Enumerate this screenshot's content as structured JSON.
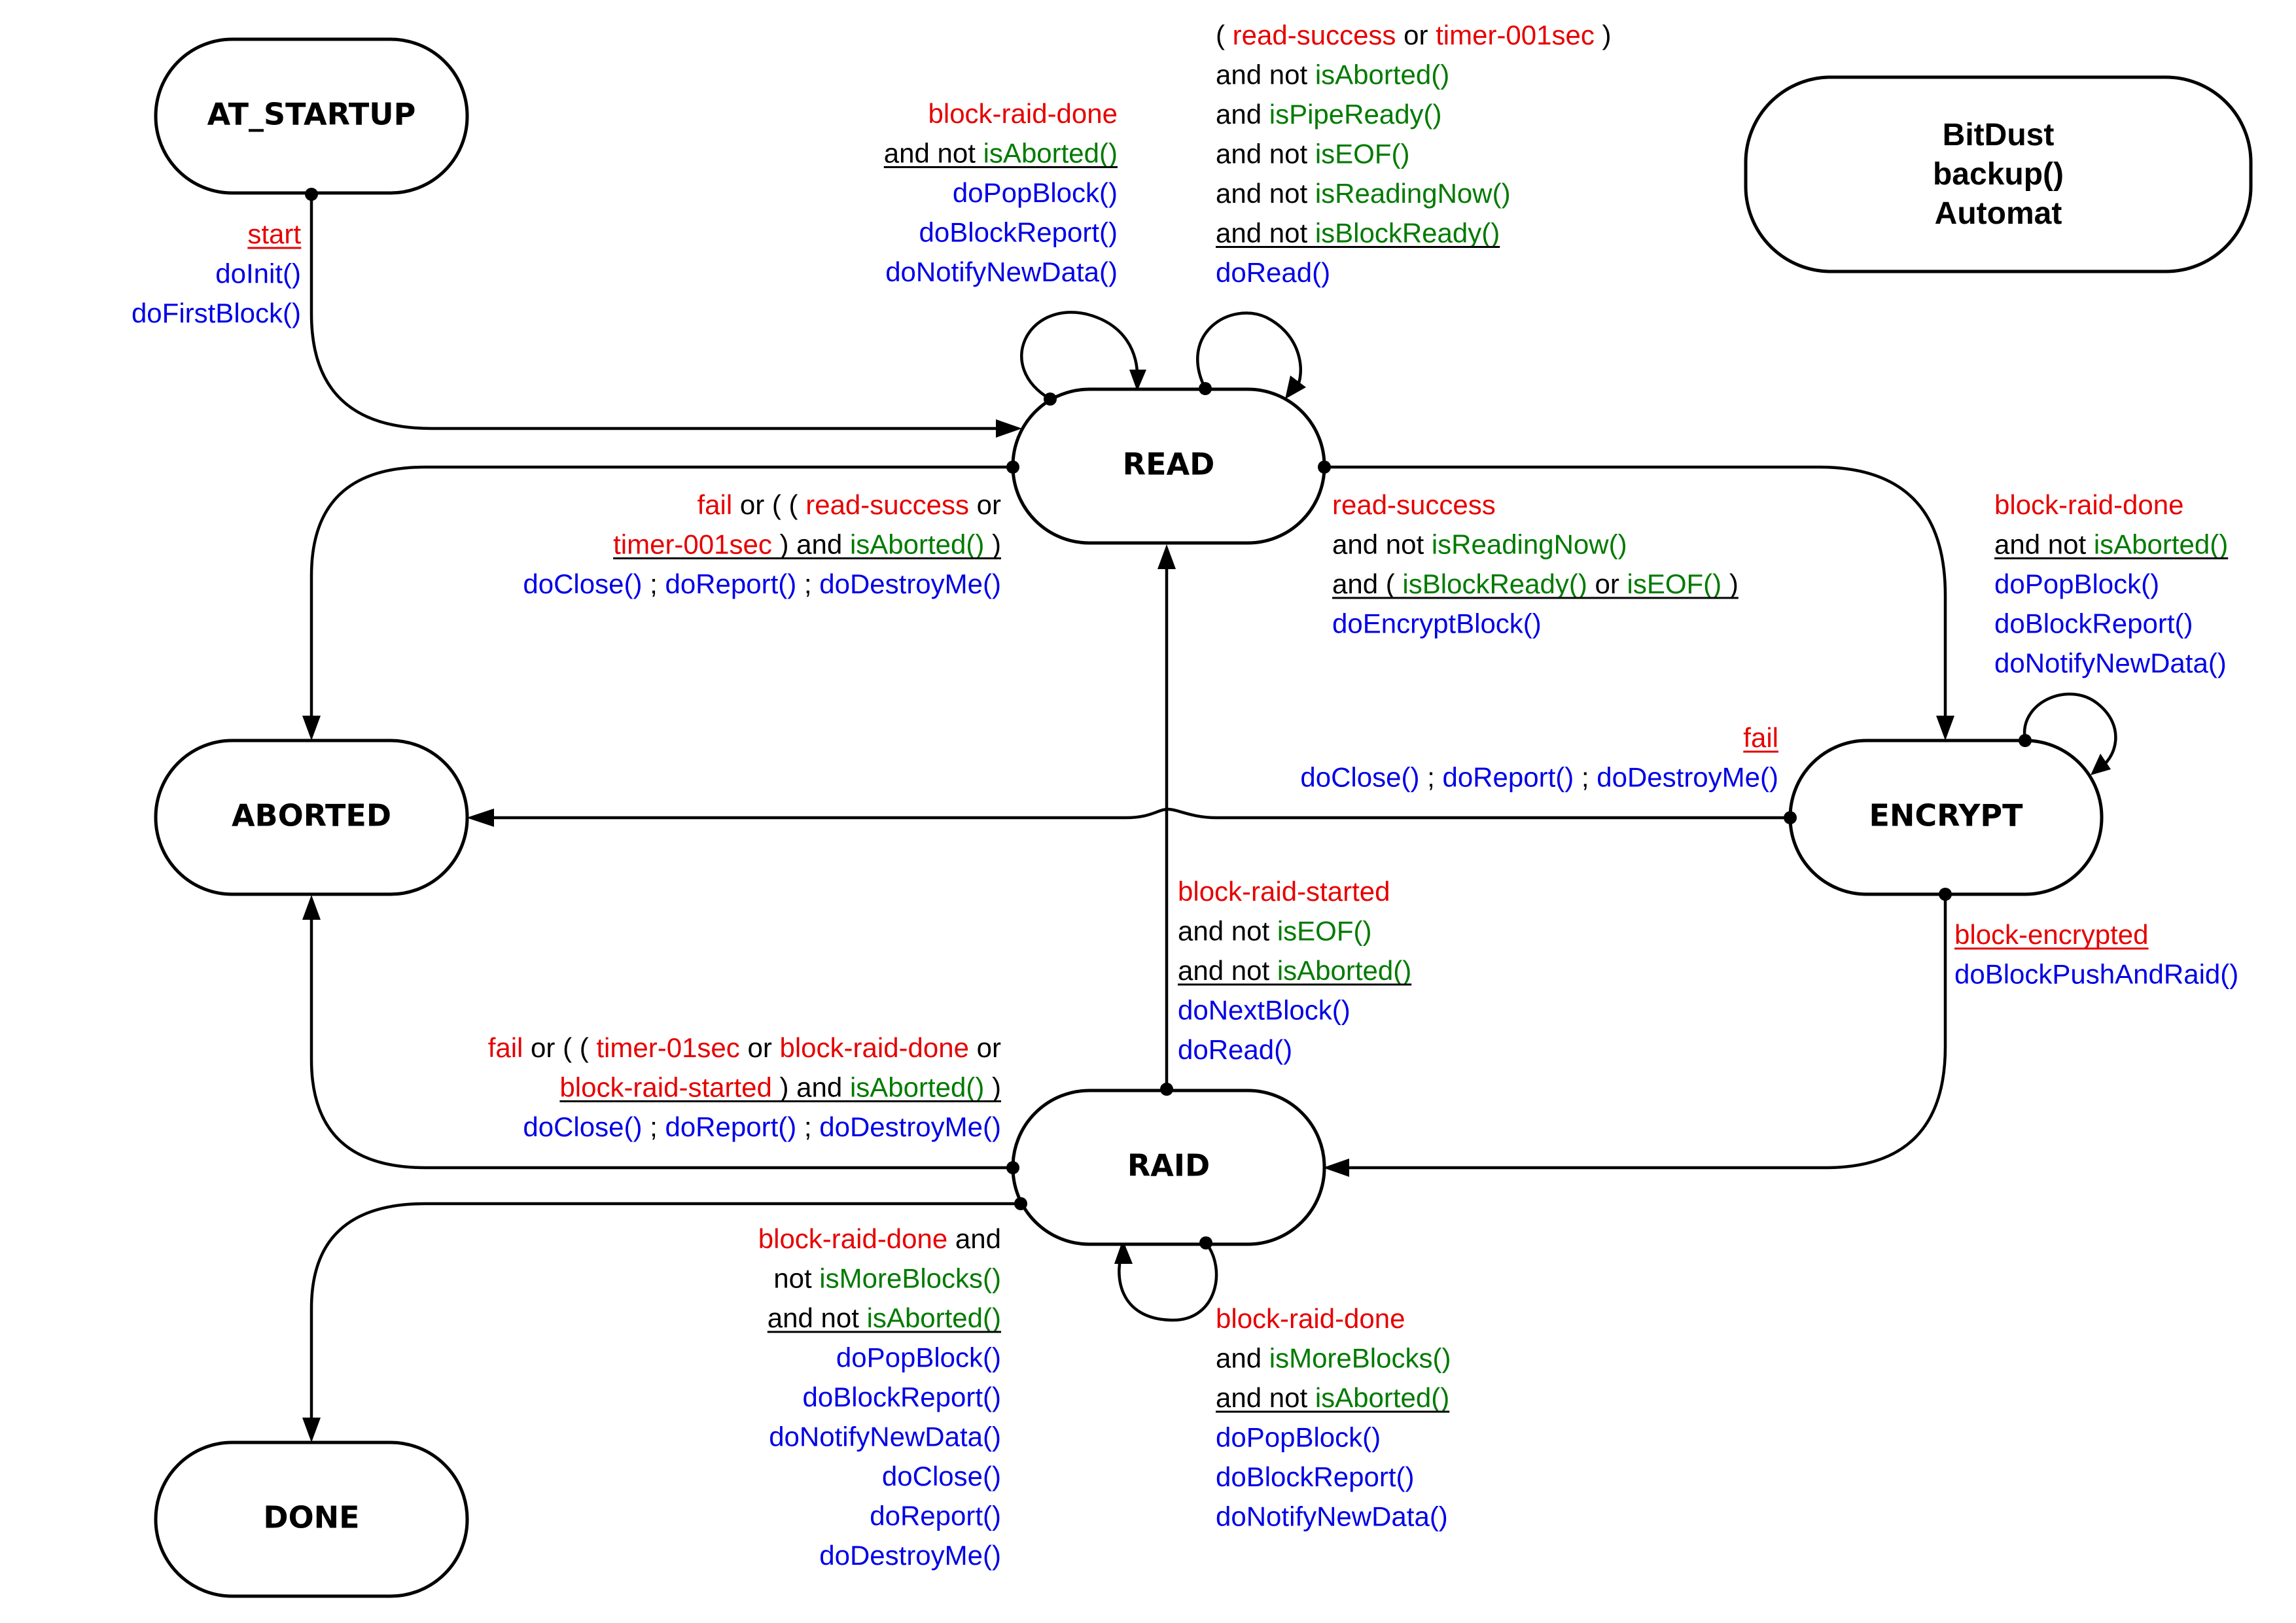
{
  "title": {
    "lines": [
      "BitDust",
      "backup()",
      "Automat"
    ]
  },
  "colors": {
    "event": "#e60000",
    "keyword": "#000000",
    "condition": "#007a00",
    "action": "#0000e6"
  },
  "states": [
    {
      "id": "at_startup",
      "label": "AT_STARTUP"
    },
    {
      "id": "read",
      "label": "READ"
    },
    {
      "id": "aborted",
      "label": "ABORTED"
    },
    {
      "id": "encrypt",
      "label": "ENCRYPT"
    },
    {
      "id": "raid",
      "label": "RAID"
    },
    {
      "id": "done",
      "label": "DONE"
    }
  ],
  "transitions": [
    {
      "id": "startup-read",
      "from": "AT_STARTUP",
      "to": "READ",
      "lines": [
        {
          "align": "end",
          "underline": true,
          "segs": [
            [
              "start",
              "r"
            ]
          ]
        },
        {
          "align": "end",
          "segs": [
            [
              "doInit()",
              "b"
            ]
          ]
        },
        {
          "align": "end",
          "segs": [
            [
              "doFirstBlock()",
              "b"
            ]
          ]
        }
      ]
    },
    {
      "id": "read-self-left",
      "from": "READ",
      "to": "READ",
      "lines": [
        {
          "align": "end",
          "segs": [
            [
              "block-raid-done",
              "r"
            ]
          ]
        },
        {
          "align": "end",
          "underline": true,
          "segs": [
            [
              "and not ",
              "k"
            ],
            [
              "isAborted()",
              "g"
            ]
          ]
        },
        {
          "align": "end",
          "segs": [
            [
              "doPopBlock()",
              "b"
            ]
          ]
        },
        {
          "align": "end",
          "segs": [
            [
              "doBlockReport()",
              "b"
            ]
          ]
        },
        {
          "align": "end",
          "segs": [
            [
              "doNotifyNewData()",
              "b"
            ]
          ]
        }
      ]
    },
    {
      "id": "read-self-right",
      "from": "READ",
      "to": "READ",
      "lines": [
        {
          "align": "start",
          "segs": [
            [
              "( ",
              "k"
            ],
            [
              "read-success",
              "r"
            ],
            [
              " or ",
              "k"
            ],
            [
              "timer-001sec",
              "r"
            ],
            [
              " )",
              "k"
            ]
          ]
        },
        {
          "align": "start",
          "segs": [
            [
              "and not ",
              "k"
            ],
            [
              "isAborted()",
              "g"
            ]
          ]
        },
        {
          "align": "start",
          "segs": [
            [
              "and ",
              "k"
            ],
            [
              "isPipeReady()",
              "g"
            ]
          ]
        },
        {
          "align": "start",
          "segs": [
            [
              "and not ",
              "k"
            ],
            [
              "isEOF()",
              "g"
            ]
          ]
        },
        {
          "align": "start",
          "segs": [
            [
              "and not ",
              "k"
            ],
            [
              "isReadingNow()",
              "g"
            ]
          ]
        },
        {
          "align": "start",
          "underline": true,
          "segs": [
            [
              "and not ",
              "k"
            ],
            [
              "isBlockReady()",
              "g"
            ]
          ]
        },
        {
          "align": "start",
          "segs": [
            [
              "doRead()",
              "b"
            ]
          ]
        }
      ]
    },
    {
      "id": "read-aborted",
      "from": "READ",
      "to": "ABORTED",
      "lines": [
        {
          "align": "end",
          "segs": [
            [
              "fail",
              "r"
            ],
            [
              " or ( ( ",
              "k"
            ],
            [
              "read-success",
              "r"
            ],
            [
              " or",
              "k"
            ]
          ]
        },
        {
          "align": "end",
          "underline": true,
          "segs": [
            [
              "timer-001sec",
              "r"
            ],
            [
              " ) and ",
              "k"
            ],
            [
              "isAborted()",
              "g"
            ],
            [
              " )",
              "k"
            ]
          ]
        },
        {
          "align": "end",
          "segs": [
            [
              "doClose()",
              "b"
            ],
            [
              " ; ",
              "k"
            ],
            [
              "doReport()",
              "b"
            ],
            [
              " ; ",
              "k"
            ],
            [
              "doDestroyMe()",
              "b"
            ]
          ]
        }
      ]
    },
    {
      "id": "read-encrypt",
      "from": "READ",
      "to": "ENCRYPT",
      "lines": [
        {
          "align": "start",
          "segs": [
            [
              "read-success",
              "r"
            ]
          ]
        },
        {
          "align": "start",
          "segs": [
            [
              "and not ",
              "k"
            ],
            [
              "isReadingNow()",
              "g"
            ]
          ]
        },
        {
          "align": "start",
          "underline": true,
          "segs": [
            [
              "and ( ",
              "k"
            ],
            [
              "isBlockReady()",
              "g"
            ],
            [
              " or ",
              "k"
            ],
            [
              "isEOF()",
              "g"
            ],
            [
              " )",
              "k"
            ]
          ]
        },
        {
          "align": "start",
          "segs": [
            [
              "doEncryptBlock()",
              "b"
            ]
          ]
        }
      ]
    },
    {
      "id": "encrypt-self",
      "from": "ENCRYPT",
      "to": "ENCRYPT",
      "lines": [
        {
          "align": "start",
          "segs": [
            [
              "block-raid-done",
              "r"
            ]
          ]
        },
        {
          "align": "start",
          "underline": true,
          "segs": [
            [
              "and not ",
              "k"
            ],
            [
              "isAborted()",
              "g"
            ]
          ]
        },
        {
          "align": "start",
          "segs": [
            [
              "doPopBlock()",
              "b"
            ]
          ]
        },
        {
          "align": "start",
          "segs": [
            [
              "doBlockReport()",
              "b"
            ]
          ]
        },
        {
          "align": "start",
          "segs": [
            [
              "doNotifyNewData()",
              "b"
            ]
          ]
        }
      ]
    },
    {
      "id": "encrypt-aborted",
      "from": "ENCRYPT",
      "to": "ABORTED",
      "lines": [
        {
          "align": "end",
          "underline": true,
          "segs": [
            [
              "fail",
              "r"
            ]
          ]
        },
        {
          "align": "end",
          "segs": [
            [
              "doClose()",
              "b"
            ],
            [
              " ; ",
              "k"
            ],
            [
              "doReport()",
              "b"
            ],
            [
              " ; ",
              "k"
            ],
            [
              "doDestroyMe()",
              "b"
            ]
          ]
        }
      ]
    },
    {
      "id": "raid-read",
      "from": "RAID",
      "to": "READ",
      "lines": [
        {
          "align": "start",
          "segs": [
            [
              "block-raid-started",
              "r"
            ]
          ]
        },
        {
          "align": "start",
          "segs": [
            [
              "and not ",
              "k"
            ],
            [
              "isEOF()",
              "g"
            ]
          ]
        },
        {
          "align": "start",
          "underline": true,
          "segs": [
            [
              "and not ",
              "k"
            ],
            [
              "isAborted()",
              "g"
            ]
          ]
        },
        {
          "align": "start",
          "segs": [
            [
              "doNextBlock()",
              "b"
            ]
          ]
        },
        {
          "align": "start",
          "segs": [
            [
              "doRead()",
              "b"
            ]
          ]
        }
      ]
    },
    {
      "id": "encrypt-raid",
      "from": "ENCRYPT",
      "to": "RAID",
      "lines": [
        {
          "align": "start",
          "underline": true,
          "segs": [
            [
              "block-encrypted",
              "r"
            ]
          ]
        },
        {
          "align": "start",
          "segs": [
            [
              "doBlockPushAndRaid()",
              "b"
            ]
          ]
        }
      ]
    },
    {
      "id": "raid-aborted",
      "from": "RAID",
      "to": "ABORTED",
      "lines": [
        {
          "align": "end",
          "segs": [
            [
              "fail",
              "r"
            ],
            [
              " or ( ( ",
              "k"
            ],
            [
              "timer-01sec",
              "r"
            ],
            [
              " or ",
              "k"
            ],
            [
              "block-raid-done",
              "r"
            ],
            [
              " or",
              "k"
            ]
          ]
        },
        {
          "align": "end",
          "underline": true,
          "segs": [
            [
              "block-raid-started",
              "r"
            ],
            [
              " ) and ",
              "k"
            ],
            [
              "isAborted()",
              "g"
            ],
            [
              " )",
              "k"
            ]
          ]
        },
        {
          "align": "end",
          "segs": [
            [
              "doClose()",
              "b"
            ],
            [
              " ; ",
              "k"
            ],
            [
              "doReport()",
              "b"
            ],
            [
              " ; ",
              "k"
            ],
            [
              "doDestroyMe()",
              "b"
            ]
          ]
        }
      ]
    },
    {
      "id": "raid-done",
      "from": "RAID",
      "to": "DONE",
      "lines": [
        {
          "align": "end",
          "segs": [
            [
              "block-raid-done",
              "r"
            ],
            [
              " and",
              "k"
            ]
          ]
        },
        {
          "align": "end",
          "segs": [
            [
              "not ",
              "k"
            ],
            [
              "isMoreBlocks()",
              "g"
            ]
          ]
        },
        {
          "align": "end",
          "underline": true,
          "segs": [
            [
              "and not ",
              "k"
            ],
            [
              "isAborted()",
              "g"
            ]
          ]
        },
        {
          "align": "end",
          "segs": [
            [
              "doPopBlock()",
              "b"
            ]
          ]
        },
        {
          "align": "end",
          "segs": [
            [
              "doBlockReport()",
              "b"
            ]
          ]
        },
        {
          "align": "end",
          "segs": [
            [
              "doNotifyNewData()",
              "b"
            ]
          ]
        },
        {
          "align": "end",
          "segs": [
            [
              "doClose()",
              "b"
            ]
          ]
        },
        {
          "align": "end",
          "segs": [
            [
              "doReport()",
              "b"
            ]
          ]
        },
        {
          "align": "end",
          "segs": [
            [
              "doDestroyMe()",
              "b"
            ]
          ]
        }
      ]
    },
    {
      "id": "raid-self",
      "from": "RAID",
      "to": "RAID",
      "lines": [
        {
          "align": "start",
          "segs": [
            [
              "block-raid-done",
              "r"
            ]
          ]
        },
        {
          "align": "start",
          "segs": [
            [
              "and ",
              "k"
            ],
            [
              "isMoreBlocks()",
              "g"
            ]
          ]
        },
        {
          "align": "start",
          "underline": true,
          "segs": [
            [
              "and not ",
              "k"
            ],
            [
              "isAborted()",
              "g"
            ]
          ]
        },
        {
          "align": "start",
          "segs": [
            [
              "doPopBlock()",
              "b"
            ]
          ]
        },
        {
          "align": "start",
          "segs": [
            [
              "doBlockReport()",
              "b"
            ]
          ]
        },
        {
          "align": "start",
          "segs": [
            [
              "doNotifyNewData()",
              "b"
            ]
          ]
        }
      ]
    }
  ]
}
